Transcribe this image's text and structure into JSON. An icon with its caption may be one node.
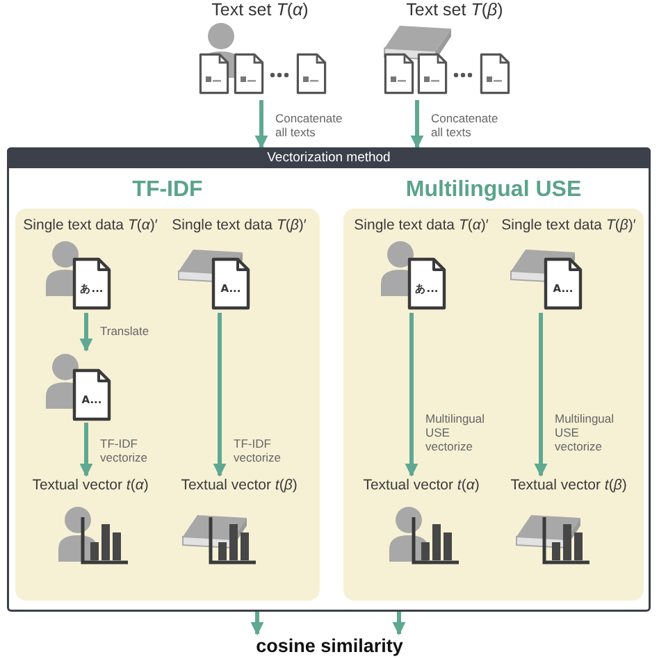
{
  "diagram": {
    "nodes": [
      {
        "text": [
          "Text set *T*(*α*)"
        ]
      },
      {
        "text": [
          "Text set *T*(*β*)"
        ]
      },
      {
        "text": [
          "Vectorization method"
        ]
      },
      {
        "text": [
          "TF-IDF"
        ],
        "in": 2
      },
      {
        "text": [
          "Single text data *T*(*α*)′",
          "あ..."
        ],
        "in": 3
      },
      {
        "text": [
          "Single text data *T*(*β*)′",
          "A..."
        ],
        "in": 3
      },
      {
        "text": [
          "A..."
        ],
        "in": 3
      },
      {
        "text": [
          "Textual vector *t*(*α*)"
        ],
        "in": 3
      },
      {
        "text": [
          "Textual vector *t*(*β*)"
        ],
        "in": 3
      },
      {
        "text": [
          "Multilingual USE"
        ],
        "in": 2
      },
      {
        "text": [
          "Single text data *T*(*α*)′",
          "あ..."
        ],
        "in": 9
      },
      {
        "text": [
          "Single text data *T*(*β*)′",
          "A..."
        ],
        "in": 9
      },
      {
        "text": [
          "Textual vector *t*(*α*)"
        ],
        "in": 9
      },
      {
        "text": [
          "Textual vector *t*(*β*)"
        ],
        "in": 9
      },
      {
        "text": [
          "cosine similarity"
        ]
      }
    ],
    "edges": [
      {
        "from": 0,
        "to": 2,
        "arrow": "to",
        "label": "Concatenate all texts"
      },
      {
        "from": 1,
        "to": 2,
        "arrow": "to",
        "label": "Concatenate all texts"
      },
      {
        "from": 4,
        "to": 6,
        "arrow": "to",
        "label": "Translate"
      },
      {
        "from": 6,
        "to": 7,
        "arrow": "to",
        "label": "TF-IDF vectorize"
      },
      {
        "from": 5,
        "to": 8,
        "arrow": "to",
        "label": "TF-IDF vectorize"
      },
      {
        "from": 10,
        "to": 12,
        "arrow": "to",
        "label": "Multilingual USE vectorize"
      },
      {
        "from": 11,
        "to": 13,
        "arrow": "to",
        "label": "Multilingual USE vectorize"
      },
      {
        "from": 2,
        "to": 14,
        "arrow": "to"
      },
      {
        "from": 2,
        "to": 14,
        "arrow": "to"
      }
    ]
  }
}
